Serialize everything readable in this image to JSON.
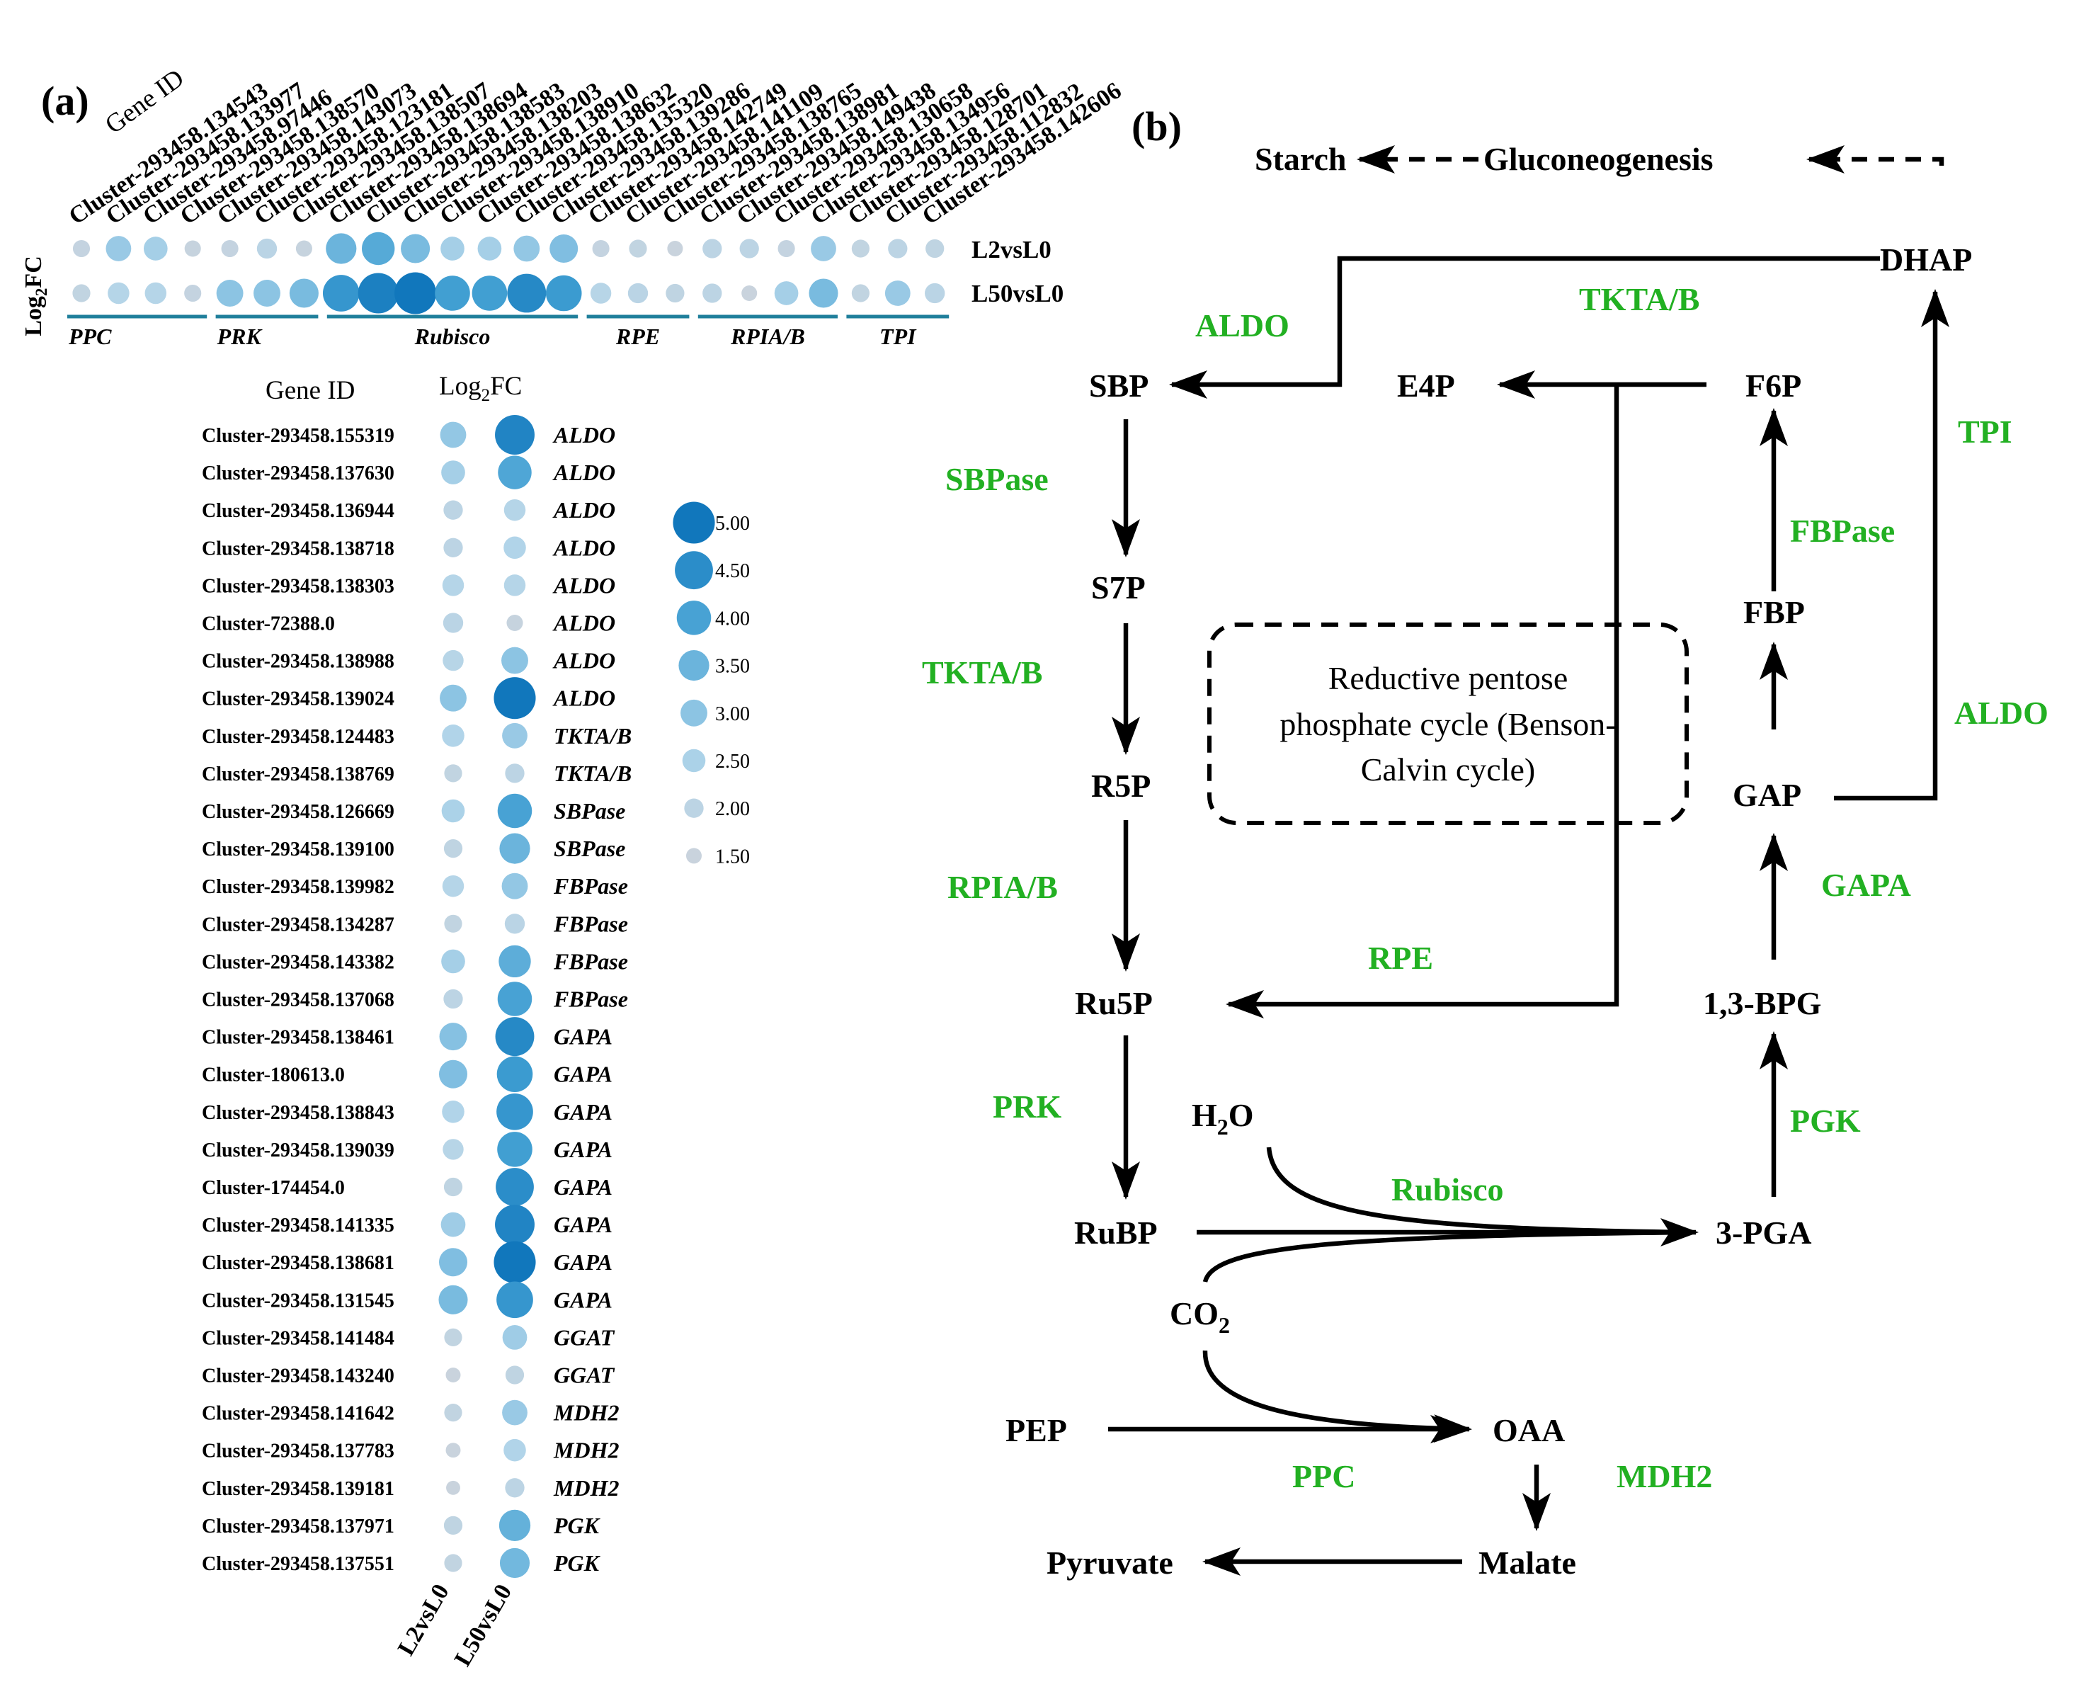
{
  "panel_a": {
    "label": "(a)",
    "top_header": "Gene ID",
    "log_label": "Log2FC",
    "row_labels": [
      "L2vsL0",
      "L50vsL0"
    ],
    "columns": [
      {
        "id": "Cluster-293458.134543",
        "L2": 1.7,
        "L50": 1.8
      },
      {
        "id": "Cluster-293458.133977",
        "L2": 2.8,
        "L50": 2.3
      },
      {
        "id": "Cluster-293458.97446",
        "L2": 2.6,
        "L50": 2.3
      },
      {
        "id": "Cluster-293458.138570",
        "L2": 1.6,
        "L50": 1.7
      },
      {
        "id": "Cluster-293458.143073",
        "L2": 1.7,
        "L50": 3.0
      },
      {
        "id": "Cluster-293458.123181",
        "L2": 2.1,
        "L50": 3.0
      },
      {
        "id": "Cluster-293458.138507",
        "L2": 1.6,
        "L50": 3.3
      },
      {
        "id": "Cluster-293458.138694",
        "L2": 3.5,
        "L50": 4.3
      },
      {
        "id": "Cluster-293458.138583",
        "L2": 3.8,
        "L50": 4.8
      },
      {
        "id": "Cluster-293458.138203",
        "L2": 3.3,
        "L50": 5.0
      },
      {
        "id": "Cluster-293458.138910",
        "L2": 2.6,
        "L50": 4.1
      },
      {
        "id": "Cluster-293458.138632",
        "L2": 2.6,
        "L50": 4.1
      },
      {
        "id": "Cluster-293458.135320",
        "L2": 2.9,
        "L50": 4.6
      },
      {
        "id": "Cluster-293458.139286",
        "L2": 3.2,
        "L50": 4.2
      },
      {
        "id": "Cluster-293458.142749",
        "L2": 1.7,
        "L50": 2.2
      },
      {
        "id": "Cluster-293458.141109",
        "L2": 1.8,
        "L50": 2.1
      },
      {
        "id": "Cluster-293458.138765",
        "L2": 1.5,
        "L50": 1.9
      },
      {
        "id": "Cluster-293458.138981",
        "L2": 2.0,
        "L50": 2.0
      },
      {
        "id": "Cluster-293458.149438",
        "L2": 2.0,
        "L50": 1.5
      },
      {
        "id": "Cluster-293458.130658",
        "L2": 1.7,
        "L50": 2.6
      },
      {
        "id": "Cluster-293458.134956",
        "L2": 2.8,
        "L50": 3.3
      },
      {
        "id": "Cluster-293458.128701",
        "L2": 1.8,
        "L50": 1.8
      },
      {
        "id": "Cluster-293458.112832",
        "L2": 2.0,
        "L50": 2.8
      },
      {
        "id": "Cluster-293458.142606",
        "L2": 1.9,
        "L50": 2.1
      }
    ],
    "groups": [
      {
        "name": "PPC",
        "start": 0,
        "end": 3
      },
      {
        "name": "PRK",
        "start": 4,
        "end": 6
      },
      {
        "name": "Rubisco",
        "start": 7,
        "end": 13
      },
      {
        "name": "RPE",
        "start": 14,
        "end": 16
      },
      {
        "name": "RPIA/B",
        "start": 17,
        "end": 20
      },
      {
        "name": "TPI",
        "start": 21,
        "end": 23
      }
    ],
    "list_headers": {
      "gene_id": "Gene ID",
      "log2fc": "Log2FC"
    },
    "bottom_labels": [
      "L2vsL0",
      "L50vsL0"
    ],
    "rows": [
      {
        "id": "Cluster-293458.155319",
        "gene": "ALDO",
        "L2": 2.9,
        "L50": 4.7
      },
      {
        "id": "Cluster-293458.137630",
        "gene": "ALDO",
        "L2": 2.6,
        "L50": 3.9
      },
      {
        "id": "Cluster-293458.136944",
        "gene": "ALDO",
        "L2": 2.0,
        "L50": 2.3
      },
      {
        "id": "Cluster-293458.138718",
        "gene": "ALDO",
        "L2": 2.0,
        "L50": 2.4
      },
      {
        "id": "Cluster-293458.138303",
        "gene": "ALDO",
        "L2": 2.3,
        "L50": 2.3
      },
      {
        "id": "Cluster-72388.0",
        "gene": "ALDO",
        "L2": 2.1,
        "L50": 1.6
      },
      {
        "id": "Cluster-293458.138988",
        "gene": "ALDO",
        "L2": 2.2,
        "L50": 3.0
      },
      {
        "id": "Cluster-293458.139024",
        "gene": "ALDO",
        "L2": 3.0,
        "L50": 5.0
      },
      {
        "id": "Cluster-293458.124483",
        "gene": "TKTA/B",
        "L2": 2.4,
        "L50": 2.8
      },
      {
        "id": "Cluster-293458.138769",
        "gene": "TKTA/B",
        "L2": 1.8,
        "L50": 2.0
      },
      {
        "id": "Cluster-293458.126669",
        "gene": "SBPase",
        "L2": 2.5,
        "L50": 4.0
      },
      {
        "id": "Cluster-293458.139100",
        "gene": "SBPase",
        "L2": 1.9,
        "L50": 3.5
      },
      {
        "id": "Cluster-293458.139982",
        "gene": "FBPase",
        "L2": 2.3,
        "L50": 2.9
      },
      {
        "id": "Cluster-293458.134287",
        "gene": "FBPase",
        "L2": 1.8,
        "L50": 2.1
      },
      {
        "id": "Cluster-293458.143382",
        "gene": "FBPase",
        "L2": 2.6,
        "L50": 3.7
      },
      {
        "id": "Cluster-293458.137068",
        "gene": "FBPase",
        "L2": 2.0,
        "L50": 4.0
      },
      {
        "id": "Cluster-293458.138461",
        "gene": "GAPA",
        "L2": 3.1,
        "L50": 4.6
      },
      {
        "id": "Cluster-180613.0",
        "gene": "GAPA",
        "L2": 3.2,
        "L50": 4.2
      },
      {
        "id": "Cluster-293458.138843",
        "gene": "GAPA",
        "L2": 2.4,
        "L50": 4.3
      },
      {
        "id": "Cluster-293458.139039",
        "gene": "GAPA",
        "L2": 2.2,
        "L50": 4.1
      },
      {
        "id": "Cluster-174454.0",
        "gene": "GAPA",
        "L2": 1.9,
        "L50": 4.5
      },
      {
        "id": "Cluster-293458.141335",
        "gene": "GAPA",
        "L2": 2.7,
        "L50": 4.7
      },
      {
        "id": "Cluster-293458.138681",
        "gene": "GAPA",
        "L2": 3.2,
        "L50": 5.0
      },
      {
        "id": "Cluster-293458.131545",
        "gene": "GAPA",
        "L2": 3.3,
        "L50": 4.3
      },
      {
        "id": "Cluster-293458.141484",
        "gene": "GGAT",
        "L2": 1.8,
        "L50": 2.7
      },
      {
        "id": "Cluster-293458.143240",
        "gene": "GGAT",
        "L2": 1.4,
        "L50": 1.9
      },
      {
        "id": "Cluster-293458.141642",
        "gene": "MDH2",
        "L2": 1.8,
        "L50": 2.8
      },
      {
        "id": "Cluster-293458.137783",
        "gene": "MDH2",
        "L2": 1.4,
        "L50": 2.4
      },
      {
        "id": "Cluster-293458.139181",
        "gene": "MDH2",
        "L2": 1.3,
        "L50": 2.0
      },
      {
        "id": "Cluster-293458.137971",
        "gene": "PGK",
        "L2": 1.9,
        "L50": 3.6
      },
      {
        "id": "Cluster-293458.137551",
        "gene": "PGK",
        "L2": 1.8,
        "L50": 3.4
      }
    ],
    "legend": [
      {
        "label": "5.00",
        "value": 5.0
      },
      {
        "label": "4.50",
        "value": 4.5
      },
      {
        "label": "4.00",
        "value": 4.0
      },
      {
        "label": "3.50",
        "value": 3.5
      },
      {
        "label": "3.00",
        "value": 3.0
      },
      {
        "label": "2.50",
        "value": 2.5
      },
      {
        "label": "2.00",
        "value": 2.0
      },
      {
        "label": "1.50",
        "value": 1.5
      }
    ],
    "color_scale": [
      "#c9d3dd",
      "#b3d5e9",
      "#7dbde0",
      "#3f9ed2",
      "#1177bc"
    ]
  },
  "panel_b": {
    "label": "(b)",
    "metabolites": {
      "starch": "Starch",
      "gluconeogenesis": "Gluconeogenesis",
      "dhap": "DHAP",
      "sbp": "SBP",
      "e4p": "E4P",
      "f6p": "F6P",
      "s7p": "S7P",
      "fbp": "FBP",
      "r5p": "R5P",
      "gap": "GAP",
      "ru5p": "Ru5P",
      "bpg": "1,3-BPG",
      "h2o": "H2O",
      "rubp": "RuBP",
      "pga": "3-PGA",
      "co2": "CO2",
      "pep": "PEP",
      "oaa": "OAA",
      "pyruvate": "Pyruvate",
      "malate": "Malate"
    },
    "enzymes": {
      "aldo_top": "ALDO",
      "tkta_top": "TKTA/B",
      "tpi": "TPI",
      "sbpase": "SBPase",
      "fbpase": "FBPase",
      "tkta_left": "TKTA/B",
      "aldo_right": "ALDO",
      "rpia": "RPIA/B",
      "gapa": "GAPA",
      "rpe": "RPE",
      "prk": "PRK",
      "pgk": "PGK",
      "rubisco": "Rubisco",
      "ppc": "PPC",
      "mdh2": "MDH2"
    },
    "cycle_label": [
      "Reductive pentose",
      "phosphate cycle (Benson-",
      "Calvin cycle)"
    ],
    "enzyme_color": "#22b022"
  }
}
